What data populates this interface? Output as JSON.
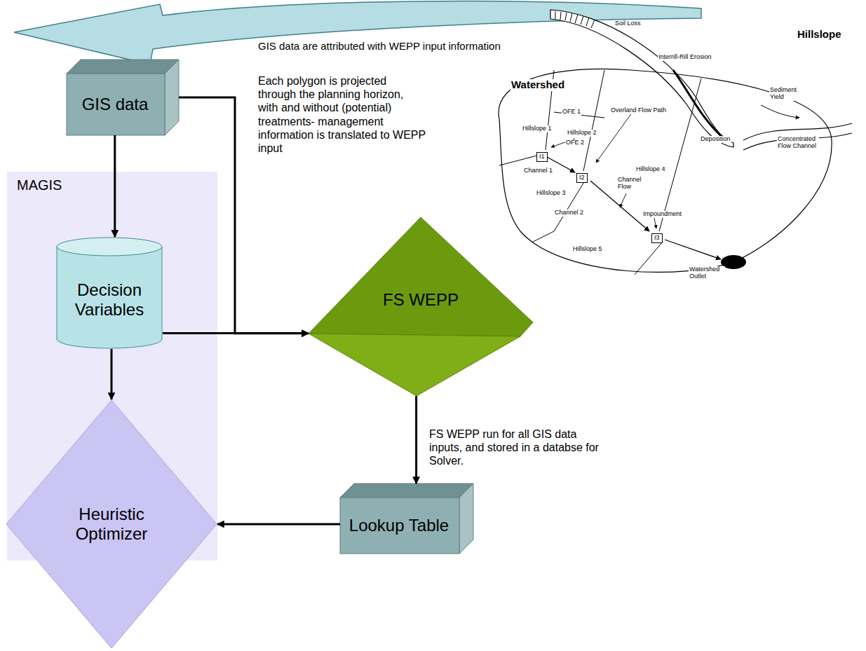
{
  "diagram": {
    "nodes": [
      {
        "text": [
          "GIS data"
        ]
      },
      {
        "text": [
          "MAGIS"
        ]
      },
      {
        "text": [
          "Decision Variables"
        ],
        "in": 1
      },
      {
        "text": [
          "Heuristic Optimizer"
        ],
        "in": 1
      },
      {
        "text": [
          "FS WEPP"
        ]
      },
      {
        "text": [
          "Lookup Table"
        ]
      }
    ],
    "edges": [
      {
        "from": 0,
        "to": 2,
        "arrow": "to"
      },
      {
        "from": 0,
        "to": 4,
        "arrow": "to"
      },
      {
        "from": 2,
        "to": 4,
        "arrow": "to"
      },
      {
        "from": 2,
        "to": 3,
        "arrow": "to"
      },
      {
        "from": 4,
        "to": 5,
        "arrow": "to"
      },
      {
        "from": 5,
        "to": 3,
        "arrow": "to"
      }
    ],
    "labels": [
      "GIS data are attributed with WEPP input information",
      "Each polygon is projected through the planning horizon, with and without (potential) treatments- management information is translated to WEPP input",
      "FS WEPP run for all GIS data inputs, and stored in a databse for Solver.",
      "Hillslope",
      "Soil Loss",
      "Interrill-Rill Erosion",
      "Sediment Yield",
      "Deposition",
      "Concentrated Flow Channel",
      "Watershed",
      "OFE 1",
      "Overland Flow Path",
      "Hillslope 1",
      "Hillslope 2",
      "OFE 2",
      "I1",
      "Channel 1",
      "I2",
      "Hillslope 4",
      "Hillslope 3",
      "Channel Flow",
      "Channel 2",
      "Impoundment",
      "Hillslope 5",
      "I3",
      "Watershed Outlet"
    ]
  }
}
